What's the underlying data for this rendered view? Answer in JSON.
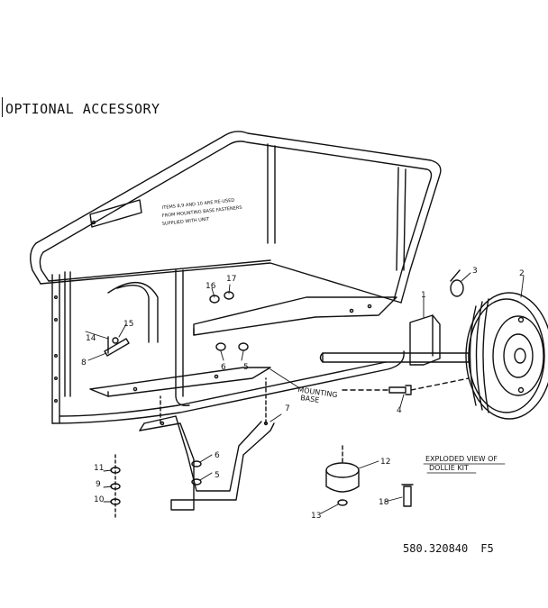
{
  "header": {
    "title": "OPTIONAL  ACCESSORY"
  },
  "note": {
    "line1": "ITEMS 8,9 AND 10 ARE RE-USED",
    "line2": "FROM MOUNTING BASE FASTENERS",
    "line3": "SUPPLIED WITH UNIT"
  },
  "labels": {
    "mounting_base_line1": "MOUNTING",
    "mounting_base_line2": "BASE",
    "exploded_line1": "EXPLODED VIEW OF",
    "exploded_line2": "DOLLIE KIT"
  },
  "part_numbers": {
    "p1": "1",
    "p2": "2",
    "p3": "3",
    "p4": "4",
    "p5a": "5",
    "p5b": "5",
    "p6a": "6",
    "p6b": "6",
    "p7": "7",
    "p8": "8",
    "p9": "9",
    "p10": "10",
    "p11": "11",
    "p12": "12",
    "p13": "13",
    "p14": "14",
    "p15": "15",
    "p16": "16",
    "p17": "17",
    "p18": "18"
  },
  "footer": {
    "catalog_number": "580.320840",
    "figure": "F5"
  }
}
